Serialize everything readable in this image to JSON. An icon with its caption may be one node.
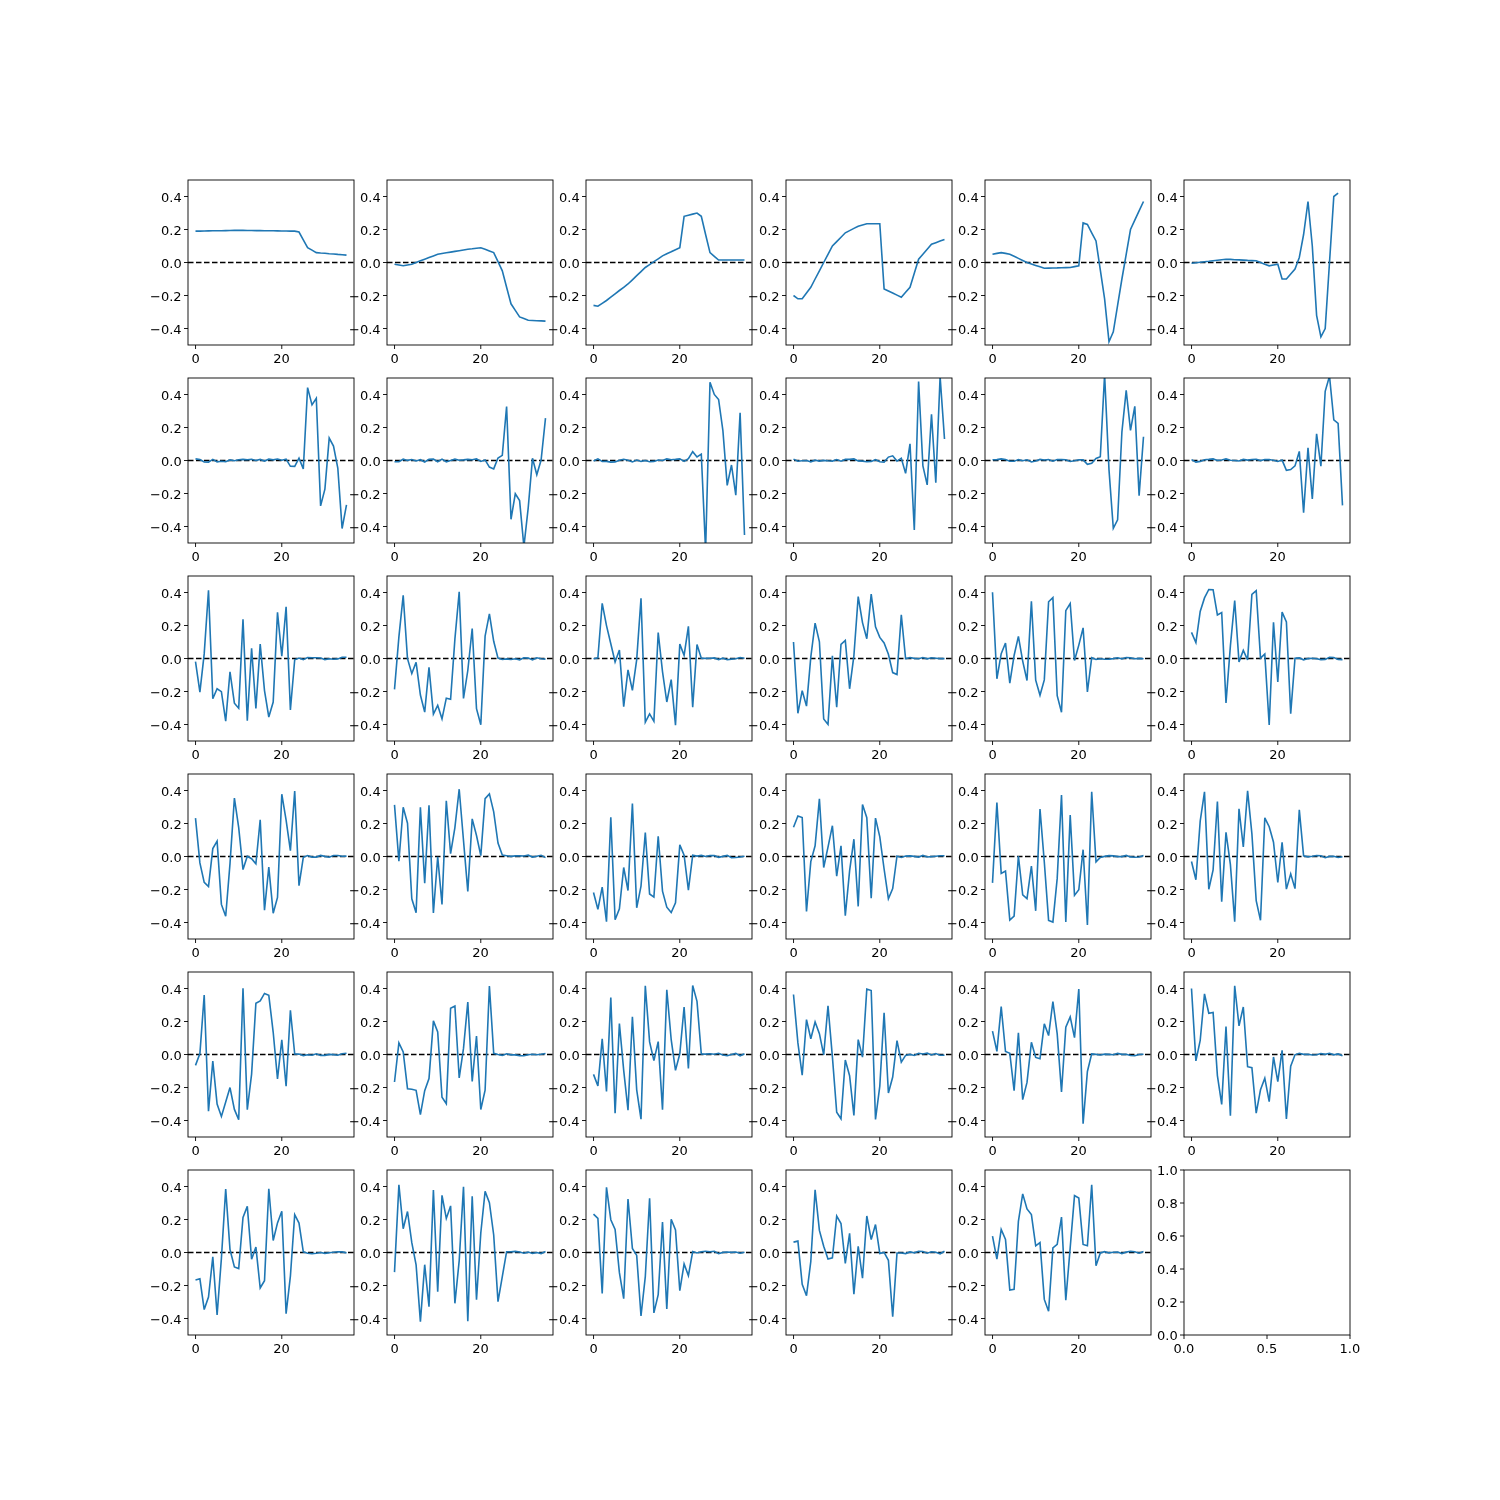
{
  "diagram": {
    "labels": [
      "0.4",
      "0.2",
      "0.0",
      "−0.2",
      "−0.4",
      "0",
      "20",
      "0.4",
      "0.2",
      "0.0",
      "−0.2",
      "−0.4",
      "0",
      "20",
      "0.4",
      "0.2",
      "0.0",
      "−0.2",
      "−0.4",
      "0",
      "20",
      "0.4",
      "0.2",
      "0.0",
      "−0.2",
      "−0.4",
      "0",
      "20",
      "0.4",
      "0.2",
      "0.0",
      "−0.2",
      "−0.4",
      "0",
      "20",
      "0.4",
      "0.2",
      "0.0",
      "−0.2",
      "−0.4",
      "0",
      "20",
      "0.4",
      "0.2",
      "0.0",
      "−0.2",
      "−0.4",
      "0",
      "20",
      "0.4",
      "0.2",
      "0.0",
      "−0.2",
      "−0.4",
      "0",
      "20",
      "0.4",
      "0.2",
      "0.0",
      "−0.2",
      "−0.4",
      "0",
      "20",
      "0.4",
      "0.2",
      "0.0",
      "−0.2",
      "−0.4",
      "0",
      "20",
      "0.4",
      "0.2",
      "0.0",
      "−0.2",
      "−0.4",
      "0",
      "20",
      "0.4",
      "0.2",
      "0.0",
      "−0.2",
      "−0.4",
      "0",
      "20",
      "0.4",
      "0.2",
      "0.0",
      "−0.2",
      "−0.4",
      "0",
      "20",
      "0.4",
      "0.2",
      "0.0",
      "−0.2",
      "−0.4",
      "0",
      "20",
      "0.4",
      "0.2",
      "0.0",
      "−0.2",
      "−0.4",
      "0",
      "20",
      "0.4",
      "0.2",
      "0.0",
      "−0.2",
      "−0.4",
      "0",
      "20",
      "0.4",
      "0.2",
      "0.0",
      "−0.2",
      "−0.4",
      "0",
      "20",
      "0.4",
      "0.2",
      "0.0",
      "−0.2",
      "−0.4",
      "0",
      "20",
      "0.4",
      "0.2",
      "0.0",
      "−0.2",
      "−0.4",
      "0",
      "20",
      "0.4",
      "0.2",
      "0.0",
      "−0.2",
      "−0.4",
      "0",
      "20",
      "0.4",
      "0.2",
      "0.0",
      "−0.2",
      "−0.4",
      "0",
      "20",
      "0.4",
      "0.2",
      "0.0",
      "−0.2",
      "−0.4",
      "0",
      "20",
      "0.4",
      "0.2",
      "0.0",
      "−0.2",
      "−0.4",
      "0",
      "20",
      "0.4",
      "0.2",
      "0.0",
      "−0.2",
      "−0.4",
      "0",
      "20",
      "0.4",
      "0.2",
      "0.0",
      "−0.2",
      "−0.4",
      "0",
      "20",
      "0.4",
      "0.2",
      "0.0",
      "−0.2",
      "−0.4",
      "0",
      "20",
      "0.4",
      "0.2",
      "0.0",
      "−0.2",
      "−0.4",
      "0",
      "20",
      "0.4",
      "0.2",
      "0.0",
      "−0.2",
      "−0.4",
      "0",
      "20",
      "0.4",
      "0.2",
      "0.0",
      "−0.2",
      "−0.4",
      "0",
      "20",
      "0.4",
      "0.2",
      "0.0",
      "−0.2",
      "−0.4",
      "0",
      "20",
      "0.4",
      "0.2",
      "0.0",
      "−0.2",
      "−0.4",
      "0",
      "20",
      "0.4",
      "0.2",
      "0.0",
      "−0.2",
      "−0.4",
      "0",
      "20",
      "0.4",
      "0.2",
      "0.0",
      "−0.2",
      "−0.4",
      "0",
      "20",
      "0.4",
      "0.2",
      "0.0",
      "−0.2",
      "−0.4",
      "0",
      "20",
      "0.4",
      "0.2",
      "0.0",
      "−0.2",
      "−0.4",
      "0",
      "20",
      "1.0",
      "0.8",
      "0.6",
      "0.4",
      "0.2",
      "0.0",
      "0.0",
      "0.5",
      "1.0"
    ]
  }
}
